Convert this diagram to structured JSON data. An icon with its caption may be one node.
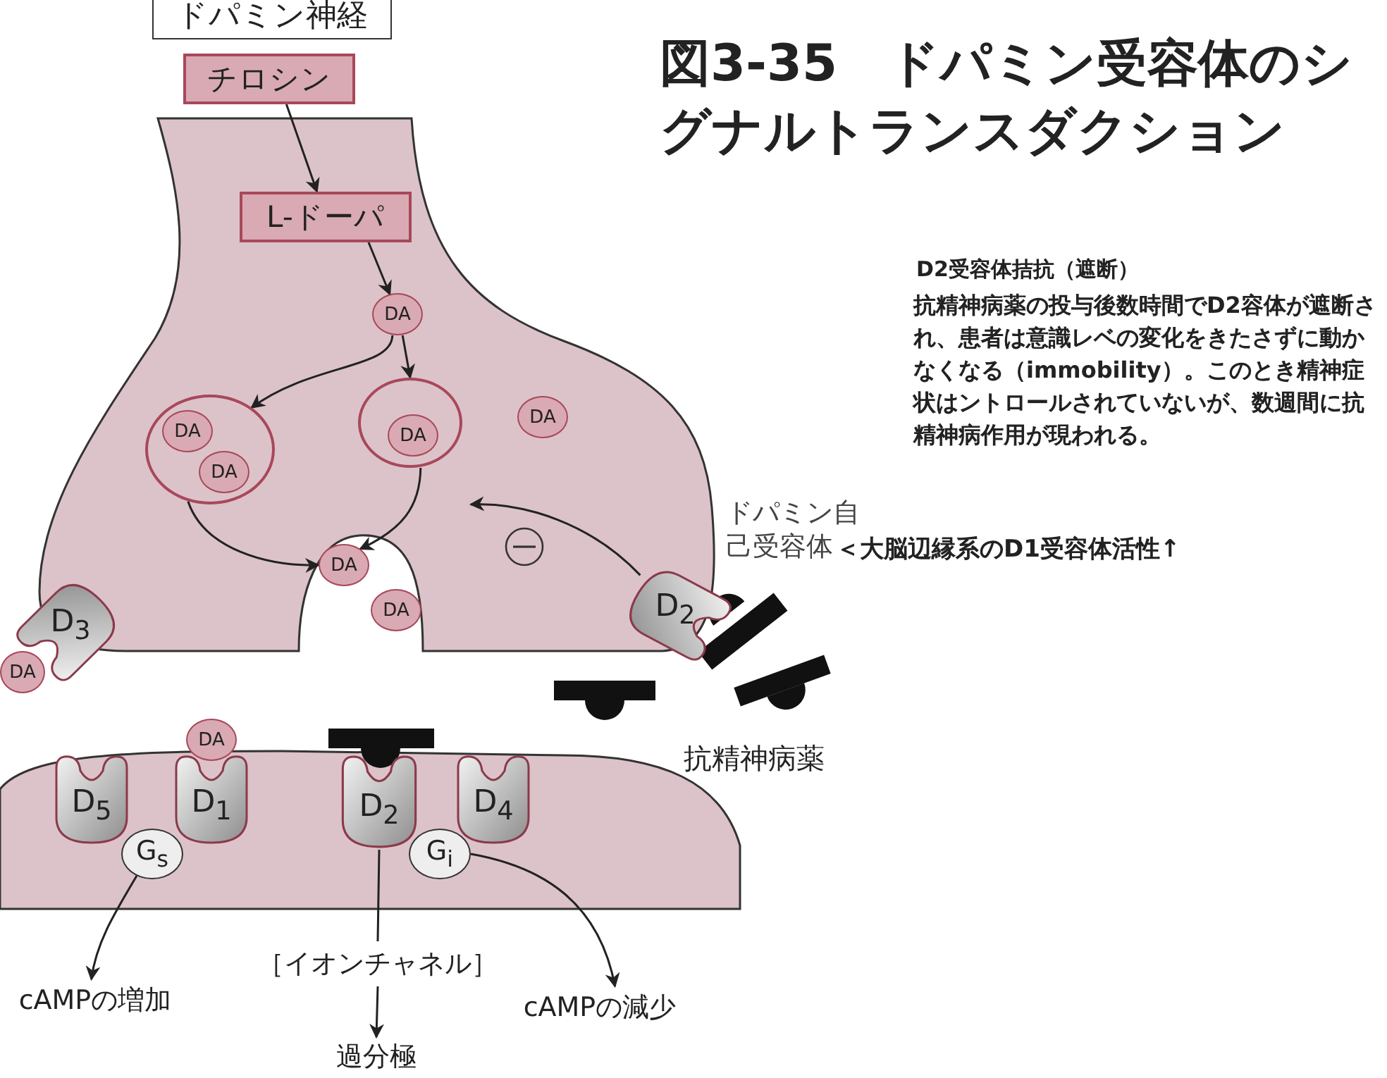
{
  "diagram": {
    "title": "図3-35　ドパミン受容体のシグナルトランスダクション",
    "nodes": [
      {
        "text": [
          "ドパミン神経"
        ]
      },
      {
        "text": [
          "チロシン"
        ]
      },
      {
        "text": [
          "L-ドーパ"
        ]
      },
      {
        "text": [
          "DA"
        ]
      },
      {
        "text": [],
        "shape": "circle"
      },
      {
        "text": [
          "DA"
        ],
        "in": 4
      },
      {
        "text": [
          "DA"
        ],
        "in": 4
      },
      {
        "text": [],
        "shape": "circle"
      },
      {
        "text": [
          "DA"
        ],
        "in": 7
      },
      {
        "text": [
          "DA"
        ]
      },
      {
        "text": [
          "DA"
        ]
      },
      {
        "text": [
          "DA"
        ]
      },
      {
        "text": [
          "D$_{3}$"
        ]
      },
      {
        "text": [
          "DA"
        ]
      },
      {
        "text": [
          "D$_{2}$"
        ],
        "beside": [
          "ドパミン自己受容体"
        ]
      },
      {
        "text": [
          "D$_{5}$"
        ]
      },
      {
        "text": [
          "D$_{1}$"
        ]
      },
      {
        "text": [
          "DA"
        ]
      },
      {
        "text": [
          "D$_{2}$"
        ]
      },
      {
        "text": [
          "D$_{4}$"
        ]
      },
      {
        "text": [
          "G$_{s}$"
        ]
      },
      {
        "text": [
          "G$_{i}$"
        ]
      },
      {
        "text": [
          "cAMPの増加"
        ]
      },
      {
        "text": [
          "［イオンチャネル］"
        ]
      },
      {
        "text": [
          "cAMPの減少"
        ]
      },
      {
        "text": [
          "過分極"
        ]
      }
    ],
    "edges": [
      {
        "from": 1,
        "to": 2,
        "arrow": "to"
      },
      {
        "from": 2,
        "to": 3,
        "arrow": "to"
      },
      {
        "from": 3,
        "to": 4,
        "arrow": "to"
      },
      {
        "from": 3,
        "to": 7,
        "arrow": "to"
      },
      {
        "from": 4,
        "to": 10,
        "arrow": "to"
      },
      {
        "from": 7,
        "to": 10,
        "arrow": "to"
      },
      {
        "from": 14,
        "to": null,
        "arrow": "to"
      },
      {
        "from": 20,
        "to": 22,
        "arrow": "to"
      },
      {
        "from": 21,
        "to": 24,
        "arrow": "to"
      },
      {
        "from": 18,
        "to": 23,
        "arrow": "none"
      },
      {
        "from": 23,
        "to": 25,
        "arrow": "to"
      }
    ],
    "labels": [
      "D2受容体拮抗（遮断）",
      "抗精神病薬の投与後数時間でD2容体が遮断され、患者は意識レベの変化をきたさずに動かなくなる（immobility）。このとき精神症状はントロールされていないが、数週間に抗精神病作用が現われる。",
      "＜大脳辺縁系のD1受容体活性↑",
      "抗精神病薬"
    ]
  }
}
